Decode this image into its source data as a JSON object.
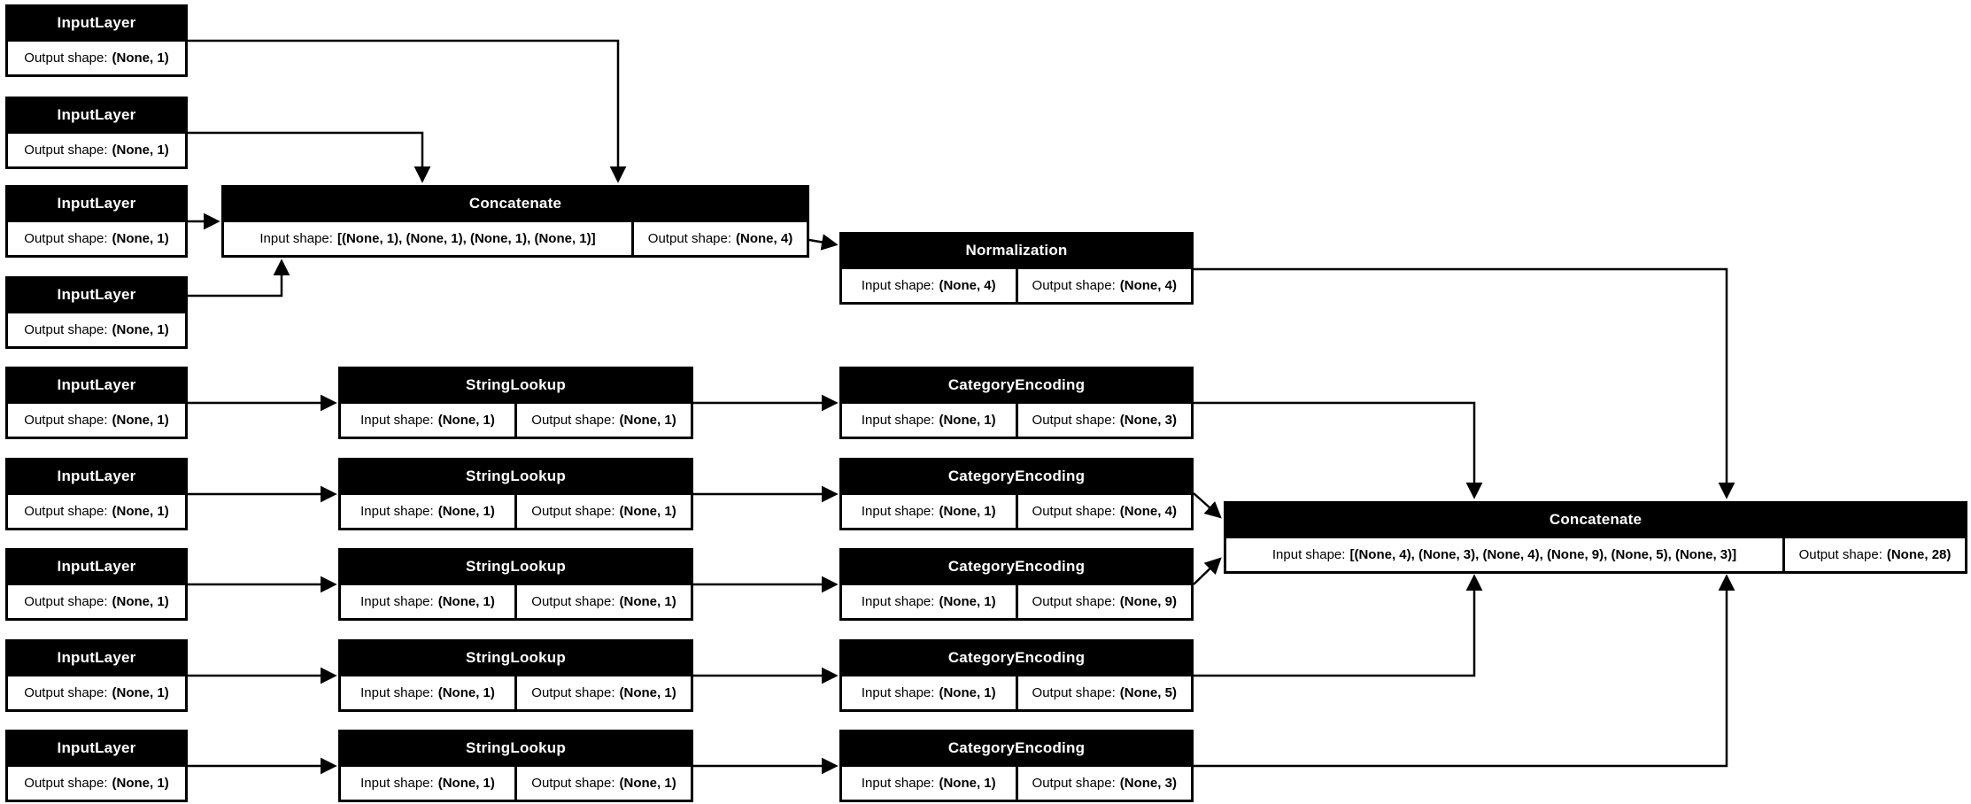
{
  "diagram": {
    "title": "Keras model architecture plot",
    "colors": {
      "background": "#ffffff",
      "node_fill": "#000000",
      "node_title_text": "#ffffff",
      "cell_fill": "#ffffff",
      "cell_text": "#000000",
      "edge": "#000000"
    }
  },
  "nodes": {
    "input_1": {
      "title": "InputLayer",
      "cells": [
        {
          "label": "Output shape:",
          "value": "(None, 1)"
        }
      ]
    },
    "input_2": {
      "title": "InputLayer",
      "cells": [
        {
          "label": "Output shape:",
          "value": "(None, 1)"
        }
      ]
    },
    "input_3": {
      "title": "InputLayer",
      "cells": [
        {
          "label": "Output shape:",
          "value": "(None, 1)"
        }
      ]
    },
    "input_4": {
      "title": "InputLayer",
      "cells": [
        {
          "label": "Output shape:",
          "value": "(None, 1)"
        }
      ]
    },
    "concat_1": {
      "title": "Concatenate",
      "cells": [
        {
          "label": "Input shape:",
          "value": "[(None, 1), (None, 1), (None, 1), (None, 1)]"
        },
        {
          "label": "Output shape:",
          "value": "(None, 4)"
        }
      ]
    },
    "normalization": {
      "title": "Normalization",
      "cells": [
        {
          "label": "Input shape:",
          "value": "(None, 4)"
        },
        {
          "label": "Output shape:",
          "value": "(None, 4)"
        }
      ]
    },
    "input_r1": {
      "title": "InputLayer",
      "cells": [
        {
          "label": "Output shape:",
          "value": "(None, 1)"
        }
      ]
    },
    "input_r2": {
      "title": "InputLayer",
      "cells": [
        {
          "label": "Output shape:",
          "value": "(None, 1)"
        }
      ]
    },
    "input_r3": {
      "title": "InputLayer",
      "cells": [
        {
          "label": "Output shape:",
          "value": "(None, 1)"
        }
      ]
    },
    "input_r4": {
      "title": "InputLayer",
      "cells": [
        {
          "label": "Output shape:",
          "value": "(None, 1)"
        }
      ]
    },
    "input_r5": {
      "title": "InputLayer",
      "cells": [
        {
          "label": "Output shape:",
          "value": "(None, 1)"
        }
      ]
    },
    "lookup_r1": {
      "title": "StringLookup",
      "cells": [
        {
          "label": "Input shape:",
          "value": "(None, 1)"
        },
        {
          "label": "Output shape:",
          "value": "(None, 1)"
        }
      ]
    },
    "lookup_r2": {
      "title": "StringLookup",
      "cells": [
        {
          "label": "Input shape:",
          "value": "(None, 1)"
        },
        {
          "label": "Output shape:",
          "value": "(None, 1)"
        }
      ]
    },
    "lookup_r3": {
      "title": "StringLookup",
      "cells": [
        {
          "label": "Input shape:",
          "value": "(None, 1)"
        },
        {
          "label": "Output shape:",
          "value": "(None, 1)"
        }
      ]
    },
    "lookup_r4": {
      "title": "StringLookup",
      "cells": [
        {
          "label": "Input shape:",
          "value": "(None, 1)"
        },
        {
          "label": "Output shape:",
          "value": "(None, 1)"
        }
      ]
    },
    "lookup_r5": {
      "title": "StringLookup",
      "cells": [
        {
          "label": "Input shape:",
          "value": "(None, 1)"
        },
        {
          "label": "Output shape:",
          "value": "(None, 1)"
        }
      ]
    },
    "encode_r1": {
      "title": "CategoryEncoding",
      "cells": [
        {
          "label": "Input shape:",
          "value": "(None, 1)"
        },
        {
          "label": "Output shape:",
          "value": "(None, 3)"
        }
      ]
    },
    "encode_r2": {
      "title": "CategoryEncoding",
      "cells": [
        {
          "label": "Input shape:",
          "value": "(None, 1)"
        },
        {
          "label": "Output shape:",
          "value": "(None, 4)"
        }
      ]
    },
    "encode_r3": {
      "title": "CategoryEncoding",
      "cells": [
        {
          "label": "Input shape:",
          "value": "(None, 1)"
        },
        {
          "label": "Output shape:",
          "value": "(None, 9)"
        }
      ]
    },
    "encode_r4": {
      "title": "CategoryEncoding",
      "cells": [
        {
          "label": "Input shape:",
          "value": "(None, 1)"
        },
        {
          "label": "Output shape:",
          "value": "(None, 5)"
        }
      ]
    },
    "encode_r5": {
      "title": "CategoryEncoding",
      "cells": [
        {
          "label": "Input shape:",
          "value": "(None, 1)"
        },
        {
          "label": "Output shape:",
          "value": "(None, 3)"
        }
      ]
    },
    "concat_2": {
      "title": "Concatenate",
      "cells": [
        {
          "label": "Input shape:",
          "value": "[(None, 4), (None, 3), (None, 4), (None, 9), (None, 5), (None, 3)]"
        },
        {
          "label": "Output shape:",
          "value": "(None, 28)"
        }
      ]
    }
  },
  "edges": [
    {
      "from": "input_1",
      "to": "concat_1"
    },
    {
      "from": "input_2",
      "to": "concat_1"
    },
    {
      "from": "input_3",
      "to": "concat_1"
    },
    {
      "from": "input_4",
      "to": "concat_1"
    },
    {
      "from": "concat_1",
      "to": "normalization"
    },
    {
      "from": "normalization",
      "to": "concat_2"
    },
    {
      "from": "input_r1",
      "to": "lookup_r1"
    },
    {
      "from": "lookup_r1",
      "to": "encode_r1"
    },
    {
      "from": "encode_r1",
      "to": "concat_2"
    },
    {
      "from": "input_r2",
      "to": "lookup_r2"
    },
    {
      "from": "lookup_r2",
      "to": "encode_r2"
    },
    {
      "from": "encode_r2",
      "to": "concat_2"
    },
    {
      "from": "input_r3",
      "to": "lookup_r3"
    },
    {
      "from": "lookup_r3",
      "to": "encode_r3"
    },
    {
      "from": "encode_r3",
      "to": "concat_2"
    },
    {
      "from": "input_r4",
      "to": "lookup_r4"
    },
    {
      "from": "lookup_r4",
      "to": "encode_r4"
    },
    {
      "from": "encode_r4",
      "to": "concat_2"
    },
    {
      "from": "input_r5",
      "to": "lookup_r5"
    },
    {
      "from": "lookup_r5",
      "to": "encode_r5"
    },
    {
      "from": "encode_r5",
      "to": "concat_2"
    }
  ]
}
